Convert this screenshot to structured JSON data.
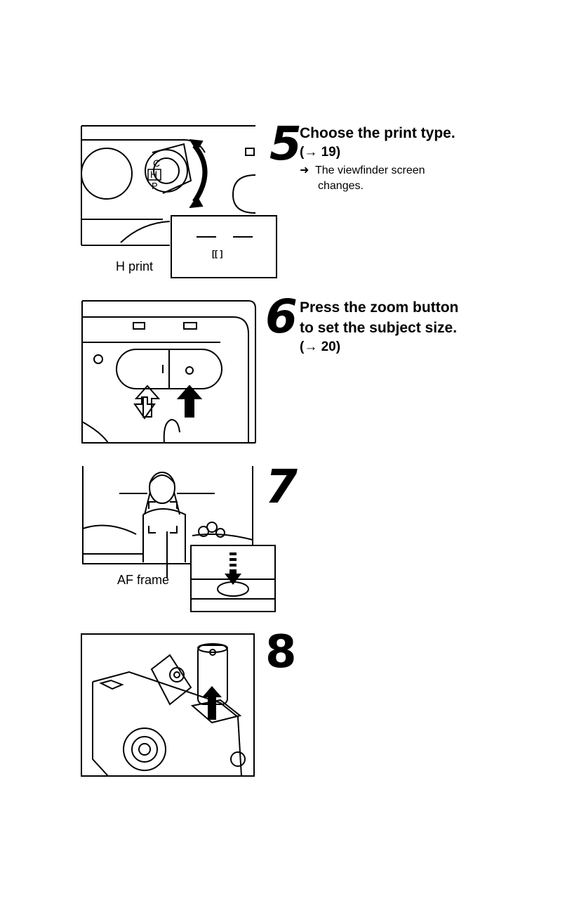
{
  "steps": [
    {
      "number": "5",
      "title": "Choose the print type.",
      "ref": "(→ 19)",
      "result_arrow": "➜",
      "result_line1": "The viewfinder screen",
      "result_line2": "changes.",
      "illustration_label": "H print",
      "dial_letters": [
        "C",
        "H",
        "P"
      ],
      "viewfinder_text": "[[ ]"
    },
    {
      "number": "6",
      "title_line1": "Press the zoom button",
      "title_line2": "to set the subject size.",
      "ref": "(→ 20)"
    },
    {
      "number": "7",
      "illustration_label": "AF frame"
    },
    {
      "number": "8"
    }
  ]
}
